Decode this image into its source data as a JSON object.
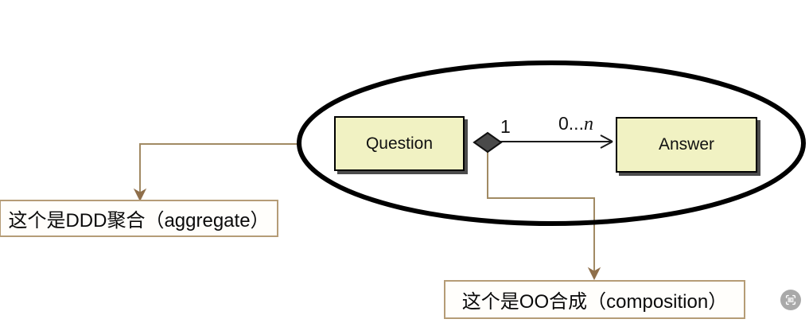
{
  "diagram": {
    "boundary": {
      "shape": "ellipse",
      "meaning": "DDD aggregate boundary"
    },
    "classes": [
      {
        "name": "Question"
      },
      {
        "name": "Answer"
      }
    ],
    "association": {
      "from": "Question",
      "to": "Answer",
      "from_multiplicity": "1",
      "to_multiplicity_prefix": "0...",
      "to_multiplicity_var": "n",
      "aggregation_kind": "filled-diamond-composition"
    },
    "callouts": [
      {
        "text": "这个是DDD聚合（aggregate）",
        "points_to": "ellipse boundary"
      },
      {
        "text": "这个是OO合成（composition）",
        "points_to": "filled diamond"
      }
    ],
    "colors": {
      "class_fill": "#f1f2c3",
      "class_border": "#000000",
      "ellipse_stroke": "#000000",
      "diamond_fill": "#4a4a4a",
      "callout_line": "#a18a63",
      "callout_border": "#b59c76",
      "arrowhead": "#8f6f4b",
      "ocr_button": "#969696"
    }
  },
  "overlay": {
    "ocr_button_icon": "scan-text-icon"
  }
}
